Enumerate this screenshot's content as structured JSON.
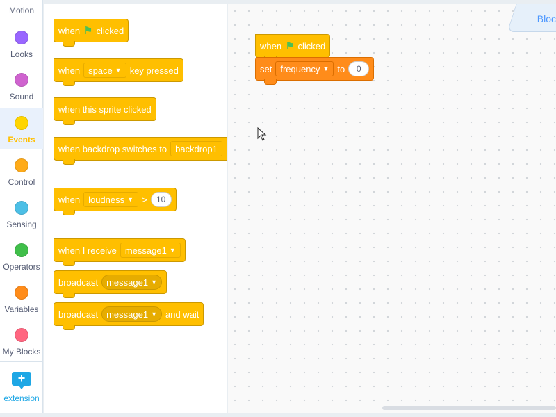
{
  "categories": [
    {
      "name": "motion",
      "label": "Motion",
      "color": ""
    },
    {
      "name": "looks",
      "label": "Looks",
      "color": "#9966ff"
    },
    {
      "name": "sound",
      "label": "Sound",
      "color": "#cf63cf"
    },
    {
      "name": "events",
      "label": "Events",
      "color": "#ffd500"
    },
    {
      "name": "control",
      "label": "Control",
      "color": "#ffab19"
    },
    {
      "name": "sensing",
      "label": "Sensing",
      "color": "#4cbfe6"
    },
    {
      "name": "operators",
      "label": "Operators",
      "color": "#40bf4a"
    },
    {
      "name": "variables",
      "label": "Variables",
      "color": "#ff8c1a"
    },
    {
      "name": "my-blocks",
      "label": "My Blocks",
      "color": "#ff6680"
    }
  ],
  "extension": {
    "icon": "+",
    "label": "extension"
  },
  "tabs": {
    "blocks": "Bloc"
  },
  "flyout": {
    "flag_clicked": {
      "when": "when",
      "clicked": "clicked"
    },
    "key_pressed": {
      "when": "when",
      "key": "space",
      "key_pressed": "key pressed"
    },
    "sprite_clicked": {
      "label": "when this sprite clicked"
    },
    "backdrop_switches": {
      "label": "when backdrop switches to",
      "backdrop": "backdrop1"
    },
    "loudness": {
      "when": "when",
      "sensor": "loudness",
      "op": ">",
      "value": "10"
    },
    "receive": {
      "label": "when I receive",
      "message": "message1"
    },
    "broadcast": {
      "label": "broadcast",
      "message": "message1"
    },
    "broadcast_wait": {
      "label": "broadcast",
      "message": "message1",
      "and_wait": "and wait"
    }
  },
  "workspace": {
    "hat": {
      "when": "when",
      "clicked": "clicked"
    },
    "set_block": {
      "set": "set",
      "variable": "frequency",
      "to": "to",
      "value": "0"
    }
  },
  "colors": {
    "events": "#ffbf00",
    "variables": "#ff8c1a",
    "accent": "#4c97ff"
  }
}
